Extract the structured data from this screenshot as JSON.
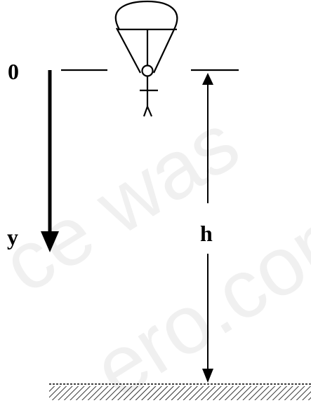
{
  "labels": {
    "origin": "0",
    "y_axis": "y",
    "height": "h"
  },
  "watermark": {
    "line1": "ce was",
    "line2": "ero.com"
  }
}
